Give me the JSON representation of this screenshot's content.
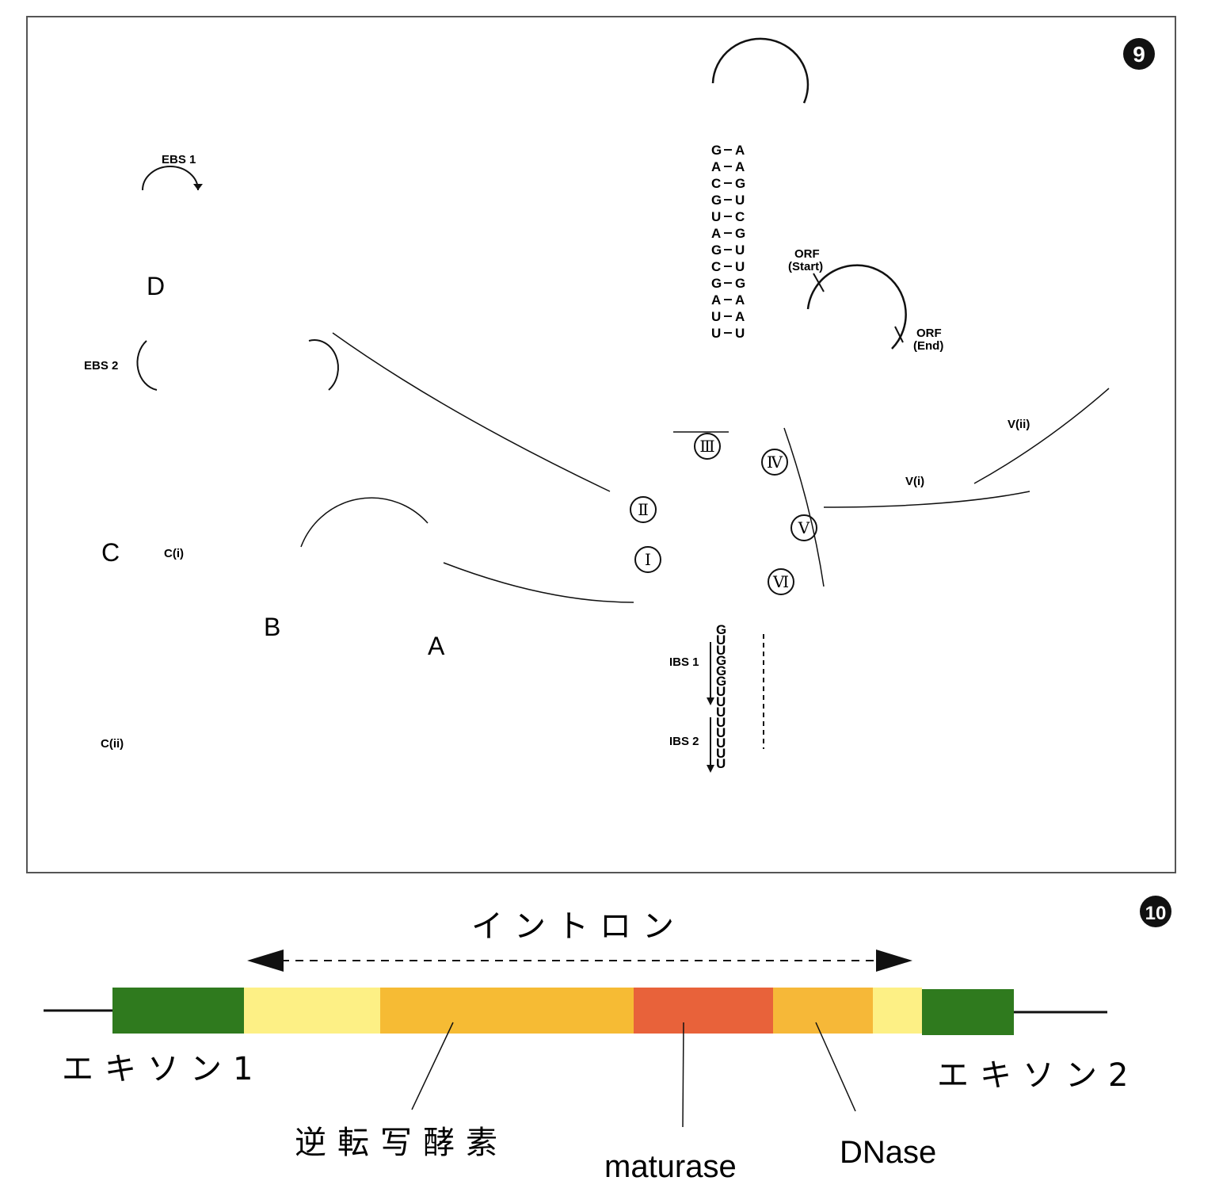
{
  "panel_numbers": [
    "9",
    "10"
  ],
  "domain_labels": [
    "A",
    "B",
    "C",
    "D"
  ],
  "roman_domains": [
    "Ⅰ",
    "Ⅱ",
    "Ⅲ",
    "Ⅳ",
    "Ⅴ",
    "Ⅵ"
  ],
  "site_labels": {
    "ebs1": "EBS 1",
    "ebs2": "EBS 2",
    "ibs1": "IBS 1",
    "ibs2": "IBS 2",
    "orf_start": "ORF\n(Start)",
    "orf_end": "ORF\n(End)",
    "ci": "C(i)",
    "cii": "C(ii)",
    "vi": "V(i)",
    "vii": "V(ii)"
  },
  "stem_iii": {
    "left": [
      "G",
      "A",
      "C",
      "G",
      "U",
      "A",
      "G",
      "C",
      "G",
      "A",
      "U",
      "U"
    ],
    "right": [
      "A",
      "A",
      "G",
      "U",
      "C",
      "G",
      "U",
      "U",
      "G",
      "A",
      "A",
      "U"
    ]
  },
  "ibs_strand": [
    "G",
    "U",
    "U",
    "G",
    "G",
    "G",
    "U",
    "U",
    "U",
    "U",
    "U",
    "U",
    "U",
    "U"
  ],
  "gene_map": {
    "intron_label": "イントロン",
    "exon1_label": "エキソン1",
    "exon2_label": "エキソン2",
    "rt_label": "逆転写酵素",
    "maturase_label": "maturase",
    "dnase_label": "DNase",
    "colors": {
      "exon": "#2f7a1e",
      "intron_pale": "#fdf085",
      "rt": "#f6bb34",
      "maturase": "#e8623a",
      "dnase": "#f6b838"
    }
  }
}
